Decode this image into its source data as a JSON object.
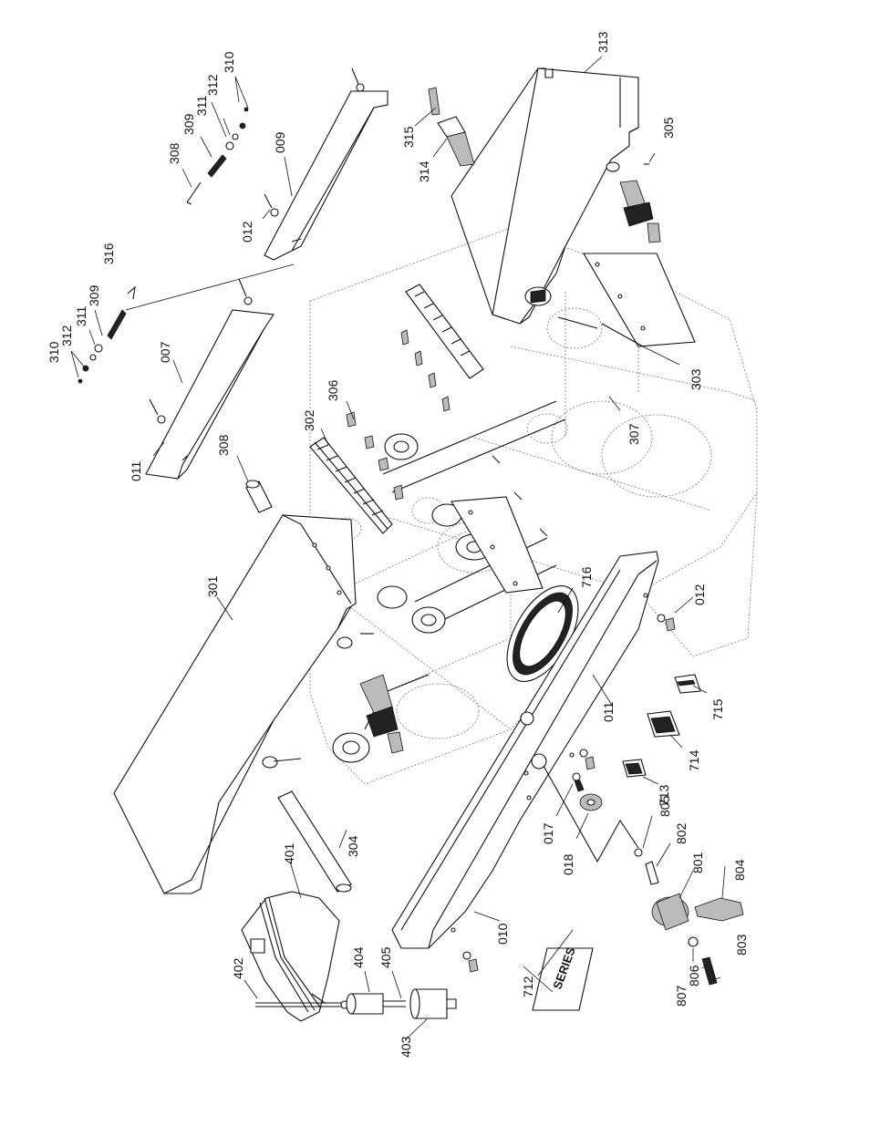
{
  "parts": [
    {
      "id": "p313",
      "label": "313"
    },
    {
      "id": "p305",
      "label": "305"
    },
    {
      "id": "p315",
      "label": "315"
    },
    {
      "id": "p314",
      "label": "314"
    },
    {
      "id": "p310a",
      "label": "310"
    },
    {
      "id": "p312a",
      "label": "312"
    },
    {
      "id": "p311a",
      "label": "311"
    },
    {
      "id": "p309a",
      "label": "309"
    },
    {
      "id": "p308a",
      "label": "308"
    },
    {
      "id": "p009",
      "label": "009"
    },
    {
      "id": "p012a",
      "label": "012"
    },
    {
      "id": "p316",
      "label": "316"
    },
    {
      "id": "p309b",
      "label": "309"
    },
    {
      "id": "p311b",
      "label": "311"
    },
    {
      "id": "p312b",
      "label": "312"
    },
    {
      "id": "p310b",
      "label": "310"
    },
    {
      "id": "p007",
      "label": "007"
    },
    {
      "id": "p011a",
      "label": "011"
    },
    {
      "id": "p306",
      "label": "306"
    },
    {
      "id": "p302",
      "label": "302"
    },
    {
      "id": "p308b",
      "label": "308"
    },
    {
      "id": "p303",
      "label": "303"
    },
    {
      "id": "p307",
      "label": "307"
    },
    {
      "id": "p301",
      "label": "301"
    },
    {
      "id": "p716",
      "label": "716"
    },
    {
      "id": "p012b",
      "label": "012"
    },
    {
      "id": "p715",
      "label": "715"
    },
    {
      "id": "p714",
      "label": "714"
    },
    {
      "id": "p011b",
      "label": "011"
    },
    {
      "id": "p713",
      "label": "713"
    },
    {
      "id": "p304",
      "label": "304"
    },
    {
      "id": "p017",
      "label": "017"
    },
    {
      "id": "p018",
      "label": "018"
    },
    {
      "id": "p805",
      "label": "805"
    },
    {
      "id": "p802",
      "label": "802"
    },
    {
      "id": "p801",
      "label": "801"
    },
    {
      "id": "p804",
      "label": "804"
    },
    {
      "id": "p401",
      "label": "401"
    },
    {
      "id": "p010",
      "label": "010"
    },
    {
      "id": "p712",
      "label": "712"
    },
    {
      "id": "p806",
      "label": "806"
    },
    {
      "id": "p807",
      "label": "807"
    },
    {
      "id": "p803",
      "label": "803"
    },
    {
      "id": "p402",
      "label": "402"
    },
    {
      "id": "p404",
      "label": "404"
    },
    {
      "id": "p405",
      "label": "405"
    },
    {
      "id": "p403",
      "label": "403"
    }
  ],
  "decals": {
    "series_text": "SERIES"
  }
}
